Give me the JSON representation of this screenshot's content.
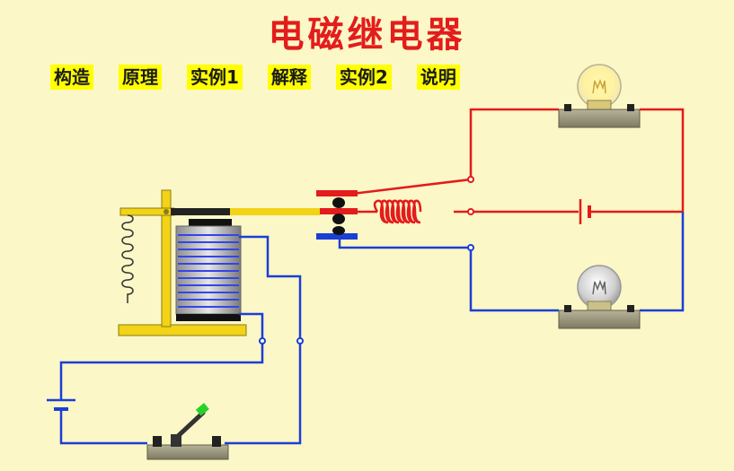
{
  "title": "电磁继电器",
  "nav": [
    {
      "label": "构造"
    },
    {
      "label": "原理"
    },
    {
      "label": "实例1"
    },
    {
      "label": "解释"
    },
    {
      "label": "实例2"
    },
    {
      "label": "说明"
    }
  ],
  "colors": {
    "background": "#fbf7c6",
    "title": "#e31c1c",
    "wire_red": "#e31c1c",
    "wire_blue": "#1b3fd6",
    "frame_yellow": "#f2d316",
    "coil_blue": "#3344ee",
    "lamp_base": "#8a8a6a",
    "switch_tip": "#27d12a"
  },
  "icons": [
    "battery-icon",
    "switch-icon",
    "lamp-on-icon",
    "lamp-off-icon",
    "relay-coil-icon",
    "spring-icon"
  ]
}
